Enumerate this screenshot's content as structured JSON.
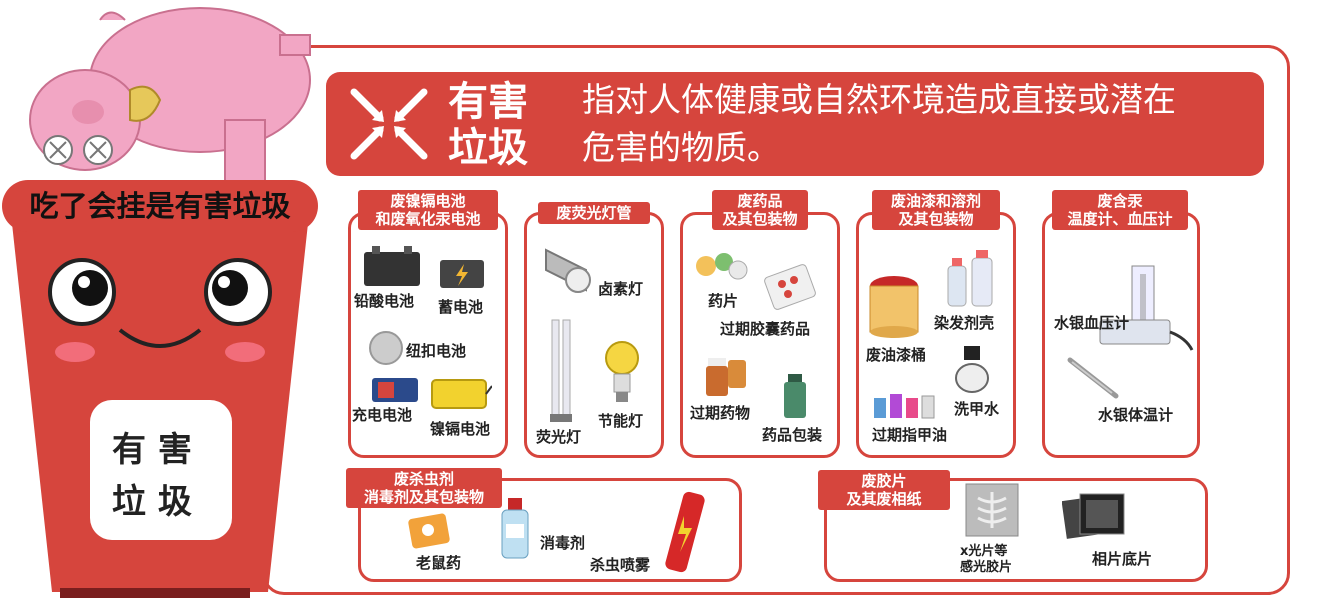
{
  "banner": {
    "title_line1": "有害",
    "title_line2": "垃圾",
    "desc_line1": "指对人体健康或自然环境造成直接或潜在",
    "desc_line2": "危害的物质。"
  },
  "mascot": {
    "caption": "吃了会挂是有害垃圾",
    "cup_line1": "有 害",
    "cup_line2": "垃 圾"
  },
  "categories": [
    {
      "tag_line1": "废镍镉电池",
      "tag_line2": "和废氧化汞电池",
      "items": [
        "铅酸电池",
        "蓄电池",
        "纽扣电池",
        "充电电池",
        "镍镉电池"
      ]
    },
    {
      "tag_line1": "废荧光灯管",
      "tag_line2": "",
      "items": [
        "卤素灯",
        "荧光灯",
        "节能灯"
      ]
    },
    {
      "tag_line1": "废药品",
      "tag_line2": "及其包装物",
      "items": [
        "药片",
        "过期胶囊药品",
        "过期药物",
        "药品包装"
      ]
    },
    {
      "tag_line1": "废油漆和溶剂",
      "tag_line2": "及其包装物",
      "items": [
        "染发剂壳",
        "废油漆桶",
        "洗甲水",
        "过期指甲油"
      ]
    },
    {
      "tag_line1": "废含汞",
      "tag_line2": "温度计、血压计",
      "items": [
        "水银血压计",
        "水银体温计"
      ]
    },
    {
      "tag_line1": "废杀虫剂",
      "tag_line2": "消毒剂及其包装物",
      "items": [
        "老鼠药",
        "消毒剂",
        "杀虫喷雾"
      ]
    },
    {
      "tag_line1": "废胶片",
      "tag_line2": "及其废相纸",
      "items": [
        "x光片等",
        "感光胶片",
        "相片底片"
      ]
    }
  ],
  "colors": {
    "accent": "#d6453d",
    "pink": "#f2a6c4",
    "cup": "#d6453d"
  }
}
